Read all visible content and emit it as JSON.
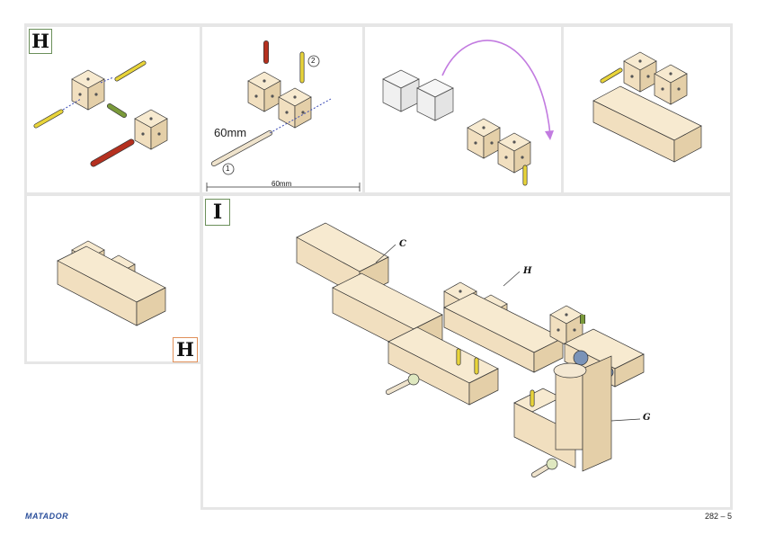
{
  "steps": {
    "H": {
      "letter": "H",
      "border_color": "#6b8f5a"
    },
    "H_result": {
      "letter": "H",
      "border_color": "#e0905a"
    },
    "I": {
      "letter": "I",
      "border_color": "#6b8f5a"
    }
  },
  "callouts": {
    "c": "C",
    "h": "H",
    "g": "G"
  },
  "labels": {
    "num1": "1",
    "num2": "2",
    "rod_length": "60mm",
    "scale_length": "60mm"
  },
  "footer": {
    "brand": "MATADOR",
    "page": "282 – 5"
  },
  "colors": {
    "wood": "#f1dfbf",
    "wood_dark": "#d9c29a",
    "yellow_peg": "#e8d43a",
    "red_peg": "#b5301f",
    "green_peg": "#7a9a3a",
    "rod": "#efe3cc",
    "arrow": "#c27be0",
    "guide": "#3b4bb5"
  },
  "icons": [
    "wood-block-icon",
    "peg-icon",
    "rod-icon",
    "rotate-arrow-icon"
  ]
}
